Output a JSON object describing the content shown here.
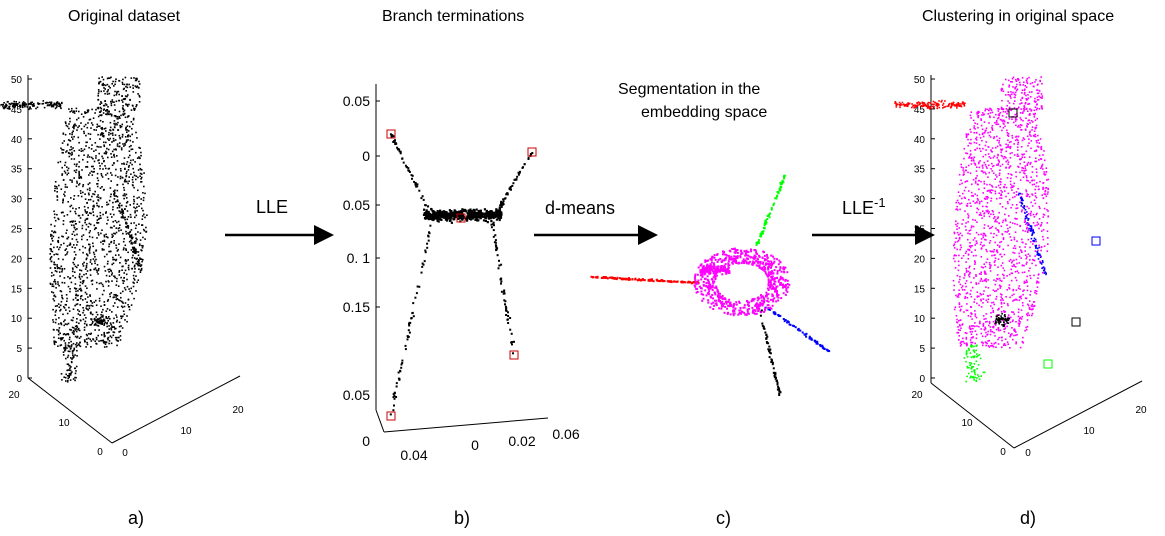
{
  "panels": {
    "a": {
      "title": "Original dataset",
      "letter": "a)",
      "z_ticks": [
        "50",
        "45",
        "40",
        "35",
        "30",
        "25",
        "20",
        "15",
        "10",
        "5",
        "0"
      ],
      "y_ticks": [
        "20",
        "10",
        "0"
      ],
      "x_ticks": [
        "0",
        "10",
        "20"
      ],
      "colors": {
        "points": "#000000"
      }
    },
    "b": {
      "title": "Branch terminations",
      "letter": "b)",
      "z_ticks": [
        "0.05",
        "0",
        "0.05",
        "0. 1",
        "0.15"
      ],
      "y_ticks": [
        "0.05",
        "0"
      ],
      "x_ticks": [
        "0.04",
        "0",
        "0.02",
        "0.06"
      ],
      "colors": {
        "points": "#000000",
        "markers": "#cc0000"
      }
    },
    "c": {
      "title_line1": "Segmentation in the",
      "title_line2": "embedding space",
      "letter": "c)",
      "colors": {
        "red": "#ff0000",
        "magenta": "#ff00ff",
        "green": "#00ff00",
        "blue": "#0000ff",
        "black": "#000000"
      }
    },
    "d": {
      "title": "Clustering in original space",
      "letter": "d)",
      "z_ticks": [
        "50",
        "45",
        "40",
        "35",
        "30",
        "25",
        "20",
        "15",
        "10",
        "5",
        "0"
      ],
      "y_ticks": [
        "20",
        "10",
        "0"
      ],
      "x_ticks": [
        "0",
        "10",
        "20"
      ],
      "colors": {
        "red": "#ff0000",
        "magenta": "#ff00ff",
        "green": "#00ff00",
        "blue": "#0000ff",
        "black": "#000000"
      }
    }
  },
  "arrows": {
    "lle": "LLE",
    "dmeans": "d-means",
    "inverse_base": "LLE",
    "inverse_sup": "-1"
  }
}
